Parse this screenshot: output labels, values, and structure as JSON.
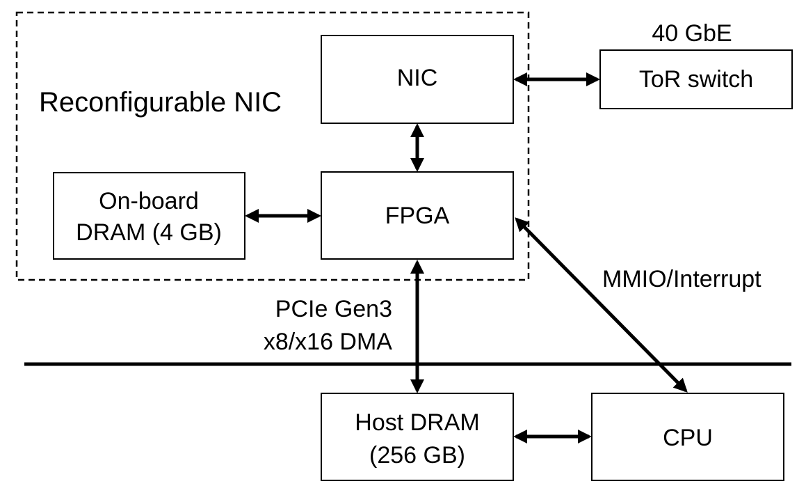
{
  "diagram": {
    "group_label": "Reconfigurable NIC",
    "nodes": {
      "nic": {
        "label": "NIC"
      },
      "fpga": {
        "label": "FPGA"
      },
      "onboard_dram": {
        "line1": "On-board",
        "line2": "DRAM (4 GB)"
      },
      "tor_switch": {
        "label": "ToR switch"
      },
      "host_dram": {
        "line1": "Host DRAM",
        "line2": "(256 GB)"
      },
      "cpu": {
        "label": "CPU"
      }
    },
    "edge_labels": {
      "ethernet": "40 GbE",
      "pcie_line1": "PCIe Gen3",
      "pcie_line2": "x8/x16 DMA",
      "mmio": "MMIO/Interrupt"
    },
    "edges": [
      {
        "from": "nic",
        "to": "tor_switch",
        "bidirectional": true
      },
      {
        "from": "nic",
        "to": "fpga",
        "bidirectional": true
      },
      {
        "from": "onboard_dram",
        "to": "fpga",
        "bidirectional": true
      },
      {
        "from": "fpga",
        "to": "host_dram",
        "bidirectional": true
      },
      {
        "from": "fpga",
        "to": "cpu",
        "bidirectional": true
      },
      {
        "from": "host_dram",
        "to": "cpu",
        "bidirectional": true
      }
    ]
  }
}
